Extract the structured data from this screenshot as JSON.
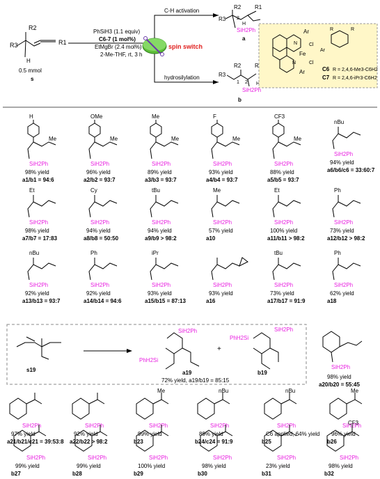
{
  "scheme": {
    "substrate_r3": "R3",
    "substrate_r2": "R2",
    "substrate_r1": "R1",
    "substrate_h": "H",
    "substrate_amount": "0.5 mmol",
    "substrate_label": "s",
    "conditions": [
      "PhSiH3 (1.1 equiv)",
      "C6-7 (1 mol%)",
      "EtMgBr (2.4 mol%)",
      "2-Me-THF, rt, 3 h"
    ],
    "path_top": "C-H activation",
    "path_bottom": "hydrosilylation",
    "switch_label": "spin switch",
    "product_a_label": "a",
    "product_b_label": "b",
    "silane": "SiH2Ph",
    "h_label": "H",
    "num_1": "1",
    "num_2": "2",
    "catalyst_ar1": "Ar",
    "catalyst_ar2": "Ar",
    "catalyst_fe": "Fe",
    "catalyst_cl1": "Cl",
    "catalyst_cl2": "Cl",
    "catalyst_n1": "N",
    "catalyst_n2": "N",
    "ligand_r1": "R",
    "ligand_r2": "R",
    "ligand_ar": "Ar",
    "c6_name": "C6",
    "c6_def": "R = 2,4,6-Me3-C6H2",
    "c7_name": "C7",
    "c7_def": "R = 2,4,6-iPr3-C6H2"
  },
  "colors": {
    "silane": "#e81ee0",
    "switch": "#e0201e",
    "catalyst_box": "#fff7c8",
    "switch_disk": "#5fbf3a"
  },
  "rows": [
    [
      {
        "sub": "H",
        "yield": "98% yield",
        "label": "a1/b1 = 94:6"
      },
      {
        "sub": "OMe",
        "yield": "96% yield",
        "label": "a2/b2 = 93:7"
      },
      {
        "sub": "Me",
        "yield": "89% yield",
        "label": "a3/b3 = 93:7"
      },
      {
        "sub": "F",
        "yield": "93% yield",
        "label": "a4/b4 = 93:7"
      },
      {
        "sub": "CF3",
        "yield": "88% yield",
        "label": "a5/b5 = 93:7"
      },
      {
        "sub": "nBu",
        "yield": "94% yield",
        "label": "a6/b6/c6 = 33:60:7"
      }
    ],
    [
      {
        "sub": "Et",
        "yield": "98% yield",
        "label": "a7/b7 = 17:83"
      },
      {
        "sub": "Cy",
        "yield": "94% yield",
        "label": "a8/b8 = 50:50"
      },
      {
        "sub": "tBu",
        "yield": "94% yield",
        "label": "a9/b9 > 98:2"
      },
      {
        "sub": "Me",
        "yield": "57% yield",
        "label": "a10"
      },
      {
        "sub": "Et",
        "yield": "100% yield",
        "label": "a11/b11 > 98:2"
      },
      {
        "sub": "Ph",
        "yield": "73% yield",
        "label": "a12/b12 > 98:2"
      }
    ],
    [
      {
        "sub": "nBu",
        "yield": "92% yield",
        "label": "a13/b13 = 93:7"
      },
      {
        "sub": "Ph",
        "yield": "92% yield",
        "label": "a14/b14 = 94:6"
      },
      {
        "sub": "iPr",
        "yield": "93% yield",
        "label": "a15/b15 = 87:13"
      },
      {
        "sub": "",
        "yield": "93% yield",
        "label": "a16"
      },
      {
        "sub": "tBu",
        "yield": "73% yield",
        "label": "a17/b17 = 91:9"
      },
      {
        "sub": "Ph",
        "yield": "62% yield",
        "label": "a18"
      }
    ]
  ],
  "s19_box": {
    "s19_label": "s19",
    "a19_label": "a19",
    "b19_label": "b19",
    "plus": "+",
    "phh2si": "PhH2Si",
    "result": "72% yield, a19/b19 = 85:15"
  },
  "a20": {
    "yield": "98% yield",
    "label": "a20/b20 = 55:45"
  },
  "row5": [
    {
      "yield": "97% yield",
      "label": "a21/b21/c21 = 39:53:8"
    },
    {
      "yield": "92% yield",
      "label": "a22/b22 > 98:2"
    },
    {
      "sub": "Me",
      "yield": "99% yield",
      "label": "b23"
    },
    {
      "sub": "nBu",
      "yield": "89% yield",
      "label": "b24/c24 = 91:9"
    },
    {
      "sub": "nBu",
      "yield": "C6 applied, 64% yield",
      "label": "b25"
    },
    {
      "sub": "Me",
      "yield": "96% yield",
      "label": "b26"
    }
  ],
  "row6": [
    {
      "yield": "99% yield",
      "label": "b27"
    },
    {
      "yield": "99% yield",
      "label": "b28"
    },
    {
      "yield": "100% yield",
      "label": "b29"
    },
    {
      "yield": "98% yield",
      "label": "b30"
    },
    {
      "yield": "23% yield",
      "label": "b31"
    },
    {
      "sub": "CF3",
      "yield": "98% yield",
      "label": "b32"
    }
  ]
}
